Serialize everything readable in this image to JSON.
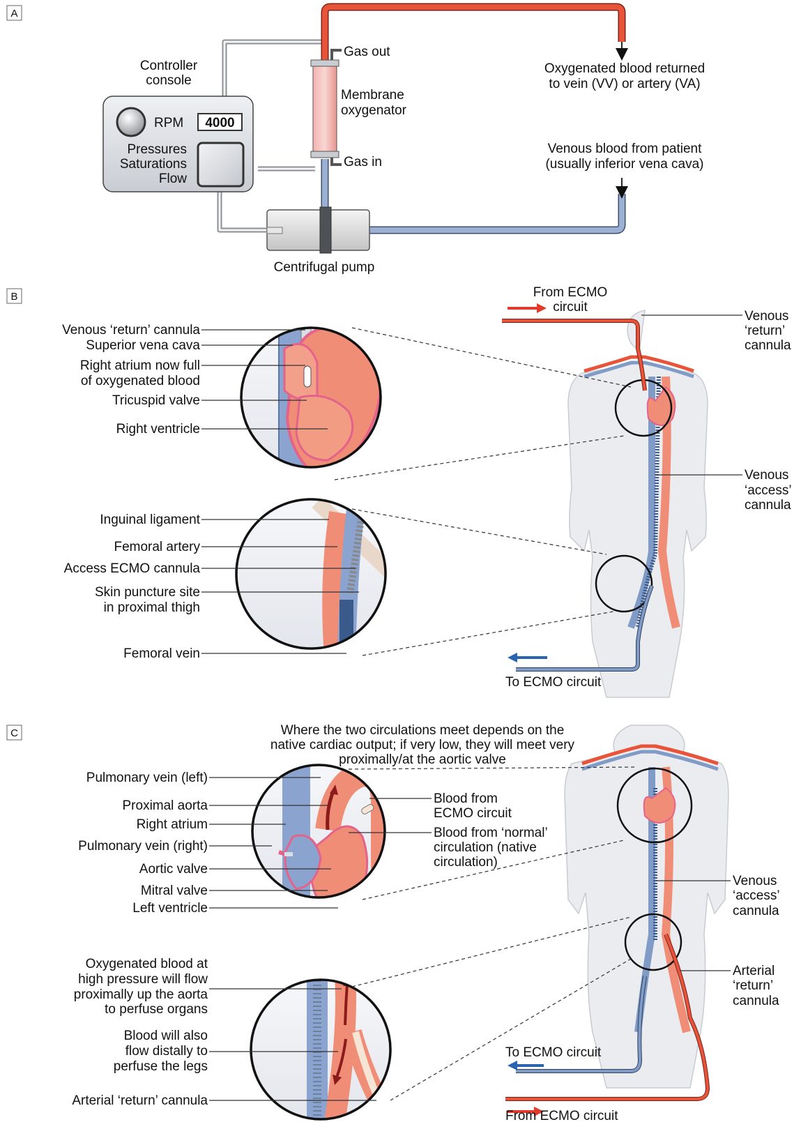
{
  "panels": {
    "a": "A",
    "b": "B",
    "c": "C"
  },
  "panel_a": {
    "console_title_line1": "Controller",
    "console_title_line2": "console",
    "rpm_label": "RPM",
    "rpm_value": "4000",
    "readout_line1": "Pressures",
    "readout_line2": "Saturations",
    "readout_line3": "Flow",
    "gas_out": "Gas out",
    "gas_in": "Gas in",
    "oxygenator_line1": "Membrane",
    "oxygenator_line2": "oxygenator",
    "returned_line1": "Oxygenated blood returned",
    "returned_line2": "to vein (VV) or artery (VA)",
    "venous_line1": "Venous blood from patient",
    "venous_line2": "(usually inferior vena cava)",
    "pump_label": "Centrifugal pump"
  },
  "panel_b": {
    "venous_return_cannula": "Venous ‘return’ cannula",
    "superior_vena_cava": "Superior vena cava",
    "right_atrium_line1": "Right atrium now full",
    "right_atrium_line2": "of oxygenated blood",
    "tricuspid_valve": "Tricuspid valve",
    "right_ventricle": "Right ventricle",
    "inguinal_ligament": "Inguinal ligament",
    "femoral_artery": "Femoral artery",
    "access_ecmo_cannula": "Access ECMO cannula",
    "skin_puncture_line1": "Skin puncture site",
    "skin_puncture_line2": "in proximal thigh",
    "femoral_vein": "Femoral vein",
    "from_ecmo_line1": "From ECMO",
    "from_ecmo_line2": "circuit",
    "to_ecmo": "To ECMO circuit",
    "right_return_line1": "Venous",
    "right_return_line2": "‘return’",
    "right_return_line3": "cannula",
    "right_access_line1": "Venous",
    "right_access_line2": "‘access’",
    "right_access_line3": "cannula"
  },
  "panel_c": {
    "meet_line1": "Where the two circulations meet depends on the",
    "meet_line2": "native cardiac output; if very low, they will meet very",
    "meet_line3": "proximally/at the aortic valve",
    "pulmonary_vein_left": "Pulmonary vein (left)",
    "proximal_aorta": "Proximal aorta",
    "right_atrium": "Right atrium",
    "pulmonary_vein_right": "Pulmonary vein (right)",
    "aortic_valve": "Aortic valve",
    "mitral_valve": "Mitral valve",
    "left_ventricle": "Left ventricle",
    "blood_ecmo_line1": "Blood from",
    "blood_ecmo_line2": "ECMO circuit",
    "blood_normal_line1": "Blood from ‘normal’",
    "blood_normal_line2": "circulation (native",
    "blood_normal_line3": "circulation)",
    "oxy_line1": "Oxygenated blood at",
    "oxy_line2": "high pressure will flow",
    "oxy_line3": "proximally up the aorta",
    "oxy_line4": "to perfuse organs",
    "distal_line1": "Blood will also",
    "distal_line2": "flow distally to",
    "distal_line3": "perfuse the legs",
    "arterial_return_cannula": "Arterial ‘return’ cannula",
    "right_access_line1": "Venous",
    "right_access_line2": "‘access’",
    "right_access_line3": "cannula",
    "right_arterial_line1": "Arterial",
    "right_arterial_line2": "‘return’",
    "right_arterial_line3": "cannula",
    "to_ecmo": "To ECMO circuit",
    "from_ecmo": "From ECMO circuit"
  },
  "colors": {
    "arterial": "#e8543a",
    "arterial_light": "#f4a58c",
    "venous": "#7f9bc6",
    "venous_dark": "#3a5a8c",
    "body_fill": "#ebecef",
    "arrow_red": "#e23b2b",
    "arrow_blue": "#2a64b0",
    "flow_arrow": "#8b1a1a"
  }
}
